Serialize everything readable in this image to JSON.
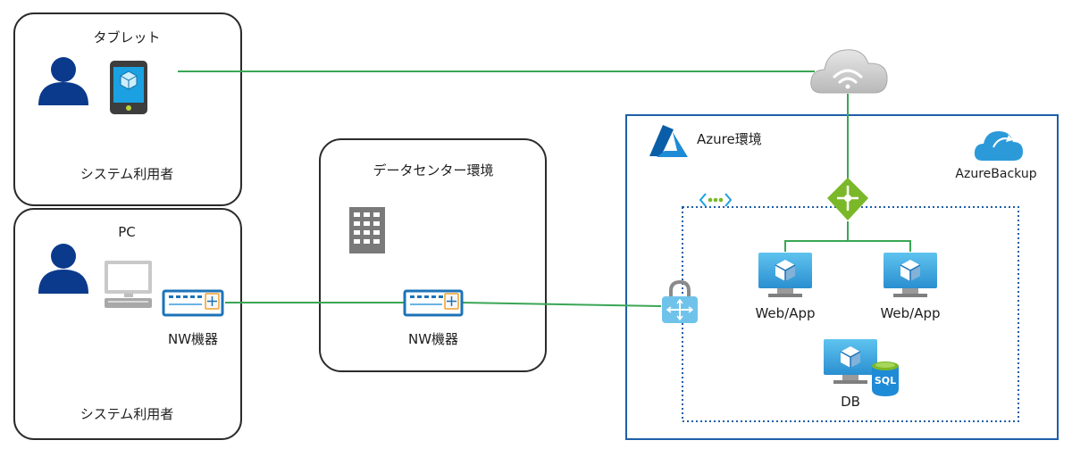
{
  "groups": {
    "tablet_user": {
      "title": "タブレット",
      "caption": "システム利用者"
    },
    "pc_user": {
      "title": "PC",
      "device_label": "NW機器",
      "caption": "システム利用者"
    },
    "datacenter": {
      "title": "データセンター環境",
      "device_label": "NW機器"
    },
    "azure": {
      "title": "Azure環境",
      "backup_label": "AzureBackup",
      "vm1_label": "Web/App",
      "vm2_label": "Web/App",
      "db_label": "DB",
      "sql_badge": "SQL"
    }
  },
  "colors": {
    "frame": "#2b2b2b",
    "azure_border": "#1e5fa8",
    "connector": "#3aa655",
    "user_icon": "#0b3a8c",
    "azure_blue": "#1ba1e2",
    "gateway_green": "#7ab829",
    "cloud_gray": "#c8c8c8"
  }
}
